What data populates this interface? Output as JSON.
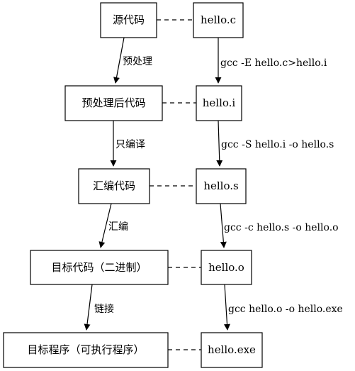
{
  "stages": [
    {
      "label": "源代码",
      "file": "hello.c"
    },
    {
      "label": "预处理后代码",
      "file": "hello.i"
    },
    {
      "label": "汇编代码",
      "file": "hello.s"
    },
    {
      "label": "目标代码（二进制）",
      "file": "hello.o"
    },
    {
      "label": "目标程序（可执行程序）",
      "file": "hello.exe"
    }
  ],
  "steps": [
    {
      "label": "预处理",
      "command": "gcc -E hello.c>hello.i"
    },
    {
      "label": "只编译",
      "command": "gcc -S hello.i -o hello.s"
    },
    {
      "label": "汇编",
      "command": "gcc -c hello.s -o hello.o"
    },
    {
      "label": "链接",
      "command": "gcc hello.o -o hello.exe"
    }
  ]
}
